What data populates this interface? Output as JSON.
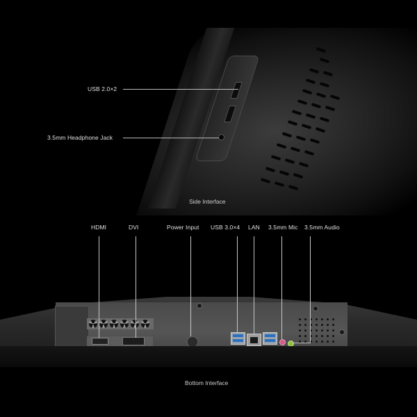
{
  "side": {
    "caption": "Side Interface",
    "callouts": [
      {
        "label": "USB 2.0×2"
      },
      {
        "label": "3.5mm Headphone Jack"
      }
    ]
  },
  "bottom": {
    "caption": "Bottom Interface",
    "callouts": [
      {
        "label": "HDMI"
      },
      {
        "label": "DVI"
      },
      {
        "label": "Power Input"
      },
      {
        "label": "USB 3.0×4"
      },
      {
        "label": "LAN"
      },
      {
        "label": "3.5mm Mic"
      },
      {
        "label": "3.5mm Audio"
      }
    ]
  },
  "colors": {
    "background": "#000000",
    "label_text": "#e2e2e2",
    "callout_line": "#c0c0c0",
    "usb3_blue": "#2b6fbf",
    "mic_jack": "#d65a8a",
    "audio_jack": "#8fc23a"
  }
}
